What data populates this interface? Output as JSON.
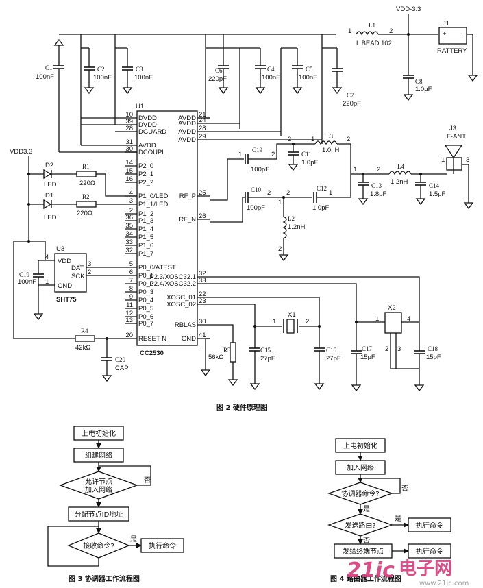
{
  "schematic": {
    "chip": "CC2530",
    "chip_ref": "U1",
    "vdd_top": "VDD-3.3",
    "vdd_left": "VDD3.3",
    "battery_ref": "J1",
    "battery_label": "RATTERY",
    "bead_ref": "L1",
    "bead_value": "L BEAD 102",
    "sensor_ref": "U3",
    "sensor_name": "SHT75",
    "crystal_x1": "X1",
    "crystal_x2": "X2",
    "antenna_ref": "J3",
    "antenna_name": "F-ANT",
    "left_pins": [
      {
        "num": "10",
        "name": "DVDD"
      },
      {
        "num": "39",
        "name": "DVDD"
      },
      {
        "num": "28",
        "name": "DGUARD"
      },
      {
        "num": "31",
        "name": "AVDD"
      },
      {
        "num": "30",
        "name": "DCOUPL"
      },
      {
        "num": "14",
        "name": "P2_0"
      },
      {
        "num": "15",
        "name": "P2_1"
      },
      {
        "num": "16",
        "name": "P2_2"
      },
      {
        "num": "4",
        "name": "P1_0/LED"
      },
      {
        "num": "3",
        "name": "P1_1/LED"
      },
      {
        "num": "2",
        "name": "P1_2"
      },
      {
        "num": "36",
        "name": "P1_3"
      },
      {
        "num": "35",
        "name": "P1_4"
      },
      {
        "num": "34",
        "name": "P1_5"
      },
      {
        "num": "33",
        "name": "P1_6"
      },
      {
        "num": "32",
        "name": "P1_7"
      },
      {
        "num": "5",
        "name": "P0_0/ATEST"
      },
      {
        "num": "6",
        "name": "P0_1"
      },
      {
        "num": "7",
        "name": "P0_2"
      },
      {
        "num": "8",
        "name": "P0_3"
      },
      {
        "num": "9",
        "name": "P0_4"
      },
      {
        "num": "11",
        "name": "P0_5"
      },
      {
        "num": "12",
        "name": "P0_6"
      },
      {
        "num": "13",
        "name": "P0_7"
      },
      {
        "num": "20",
        "name": "RESET-N"
      }
    ],
    "right_pins": [
      {
        "num": "21",
        "name": "AVDD"
      },
      {
        "num": "24",
        "name": "AVDD"
      },
      {
        "num": "28",
        "name": "AVDD"
      },
      {
        "num": "29",
        "name": "AVDD"
      },
      {
        "num": "25",
        "name": "RF_P"
      },
      {
        "num": "26",
        "name": "RF_N"
      },
      {
        "num": "32",
        "name": "P2.3/XOSC32.1"
      },
      {
        "num": "33",
        "name": "P2.4/XOSC32.2"
      },
      {
        "num": "22",
        "name": "XOSC_01"
      },
      {
        "num": "23",
        "name": "XOSC_02"
      },
      {
        "num": "30",
        "name": "RBLAS"
      },
      {
        "num": "41",
        "name": "GND"
      }
    ],
    "caps": [
      {
        "ref": "C1",
        "value": "100nF"
      },
      {
        "ref": "C2",
        "value": "100nF"
      },
      {
        "ref": "C3",
        "value": "100nF"
      },
      {
        "ref": "C6",
        "value": "220pF"
      },
      {
        "ref": "C4",
        "value": "100nF"
      },
      {
        "ref": "C5",
        "value": "100nF"
      },
      {
        "ref": "C7",
        "value": "220pF"
      },
      {
        "ref": "C8",
        "value": "1.0μF"
      },
      {
        "ref": "C19",
        "value": "100pF"
      },
      {
        "ref": "C11",
        "value": "1.0pF"
      },
      {
        "ref": "C10",
        "value": "100pF"
      },
      {
        "ref": "C12",
        "value": "1.0pF"
      },
      {
        "ref": "C13",
        "value": "1.8pF"
      },
      {
        "ref": "C14",
        "value": "1.5pF"
      },
      {
        "ref": "C15",
        "value": "27pF"
      },
      {
        "ref": "C16",
        "value": "27pF"
      },
      {
        "ref": "C17",
        "value": "15pF"
      },
      {
        "ref": "C18",
        "value": "15pF"
      },
      {
        "ref": "C19",
        "value": "100nF"
      },
      {
        "ref": "C20",
        "value": "CAP"
      }
    ],
    "inductors": [
      {
        "ref": "L3",
        "value": "1.0nH"
      },
      {
        "ref": "L4",
        "value": "1.2nH"
      },
      {
        "ref": "L2",
        "value": "1.2nH"
      }
    ],
    "resistors": [
      {
        "ref": "R1",
        "value": "220Ω"
      },
      {
        "ref": "R2",
        "value": "220Ω"
      },
      {
        "ref": "R4",
        "value": "42kΩ"
      },
      {
        "ref": "R3",
        "value": "56kΩ"
      }
    ],
    "leds": [
      "D2",
      "LED",
      "D1",
      "LED"
    ],
    "sensor_pins": [
      "VDD",
      "DAT",
      "SCK",
      "GND"
    ],
    "caption": "图 2   硬件原理图"
  },
  "flow3": {
    "steps": [
      "上电初始化",
      "组建网络",
      "允许节点\n加入网络",
      "分配节点ID地址",
      "接收命令?",
      "执行命令"
    ],
    "yes": "是",
    "no": "否",
    "caption": "图 3   协调器工作流程图"
  },
  "flow4": {
    "steps": [
      "上电初始化",
      "加入网络",
      "协调器命令?",
      "发送路由?",
      "执行命令",
      "发给终端节点",
      "执行命令"
    ],
    "yes": "是",
    "no": "否",
    "caption": "图 4   路由器工作流程图"
  },
  "watermark": {
    "brand": "21ic",
    "cn": "电子网",
    "url": "www.21ic.com"
  },
  "colors": {
    "ink": "#111111",
    "watermark": "#d93a7a"
  }
}
